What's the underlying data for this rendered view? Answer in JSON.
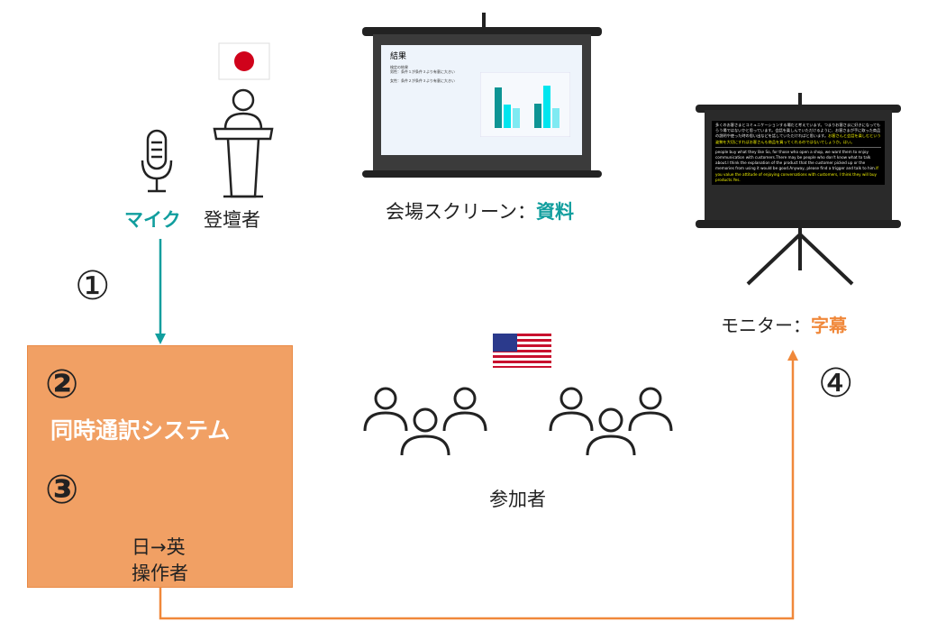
{
  "speaker": {
    "mic_label": "マイク",
    "speaker_label": "登壇者",
    "step": "①"
  },
  "screen": {
    "caption_prefix": "会場スクリーン：",
    "caption_emphasis": "資料",
    "slide_title": "結果",
    "slide_lines": [
      "検定の結果",
      "男性：条件１が条件３より有意に大きい",
      "女性：条件２が条件３より有意に大きい"
    ]
  },
  "monitor": {
    "caption_prefix": "モニター：",
    "caption_emphasis": "字幕",
    "step": "④",
    "subtitle_ja": "多くのお客さまとコミュニケーションする場だと考えています。つまりお客さまに好きになってもらう場ではないかと思っています。会話を楽しんでいただけるように、お客さまが手に取った商品の説明や使った時の思い出などを話していただければと思います。",
    "subtitle_ja_highlight": "お客さんと会話を楽しむという姿勢を大切にすればお客さんも商品を買ってくれるのではないでしょうか。はい。",
    "subtitle_en": "people buy what they like So, for those who open a shop, we want them to enjoy communication with customers.There may be people who don't know what to talk about.I think the explanation of the product that the customer picked up or the memories from using it would be good.Anyway, please find a trigger and talk to him.",
    "subtitle_en_highlight": "If you value the attitude of enjoying conversations with customers, I think they will buy products.Yes."
  },
  "system": {
    "step2": "②",
    "title": "同時通訳システム",
    "step3": "③",
    "operator_line1": "日→英",
    "operator_line2": "操作者"
  },
  "audience": {
    "label": "参加者"
  },
  "colors": {
    "teal": "#119E9E",
    "orange": "#F0883A",
    "box": "#F1A064"
  }
}
